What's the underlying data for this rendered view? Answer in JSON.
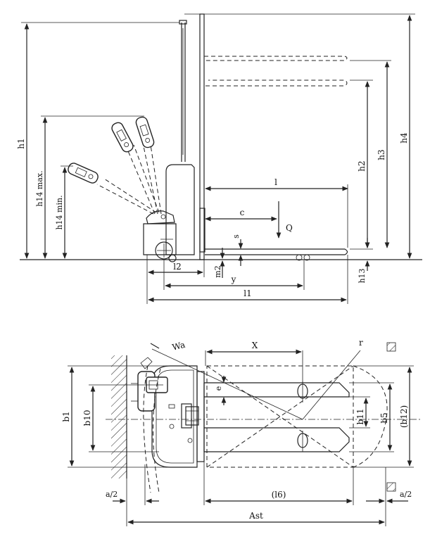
{
  "side_view": {
    "labels": {
      "h1": "h1",
      "h14max": "h14 max.",
      "h14min": "h14 min.",
      "h2": "h2",
      "h3": "h3",
      "h4": "h4",
      "h13": "h13",
      "l": "l",
      "c": "c",
      "q": "Q",
      "s": "s",
      "m2": "m2",
      "l2": "l2",
      "y": "y",
      "l1": "l1"
    }
  },
  "top_view": {
    "labels": {
      "x": "X",
      "wa": "Wa",
      "r": "r",
      "e": "e",
      "b1": "b1",
      "b10": "b10",
      "b11": "b11",
      "b5": "b5",
      "b12": "(b12)",
      "a2_left": "a/2",
      "a2_right": "a/2",
      "l6": "(l6)",
      "ast": "Ast"
    }
  }
}
